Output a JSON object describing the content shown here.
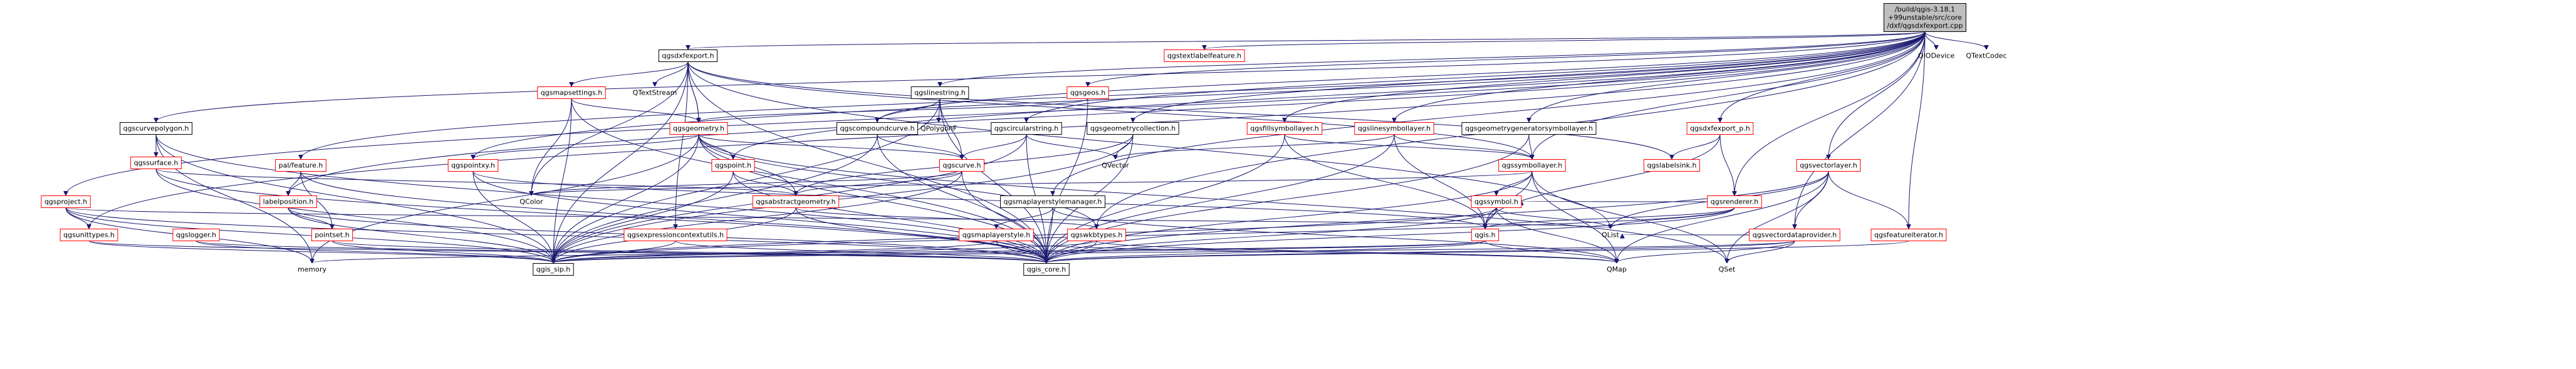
{
  "colors": {
    "edge": "#191970",
    "red_border": "#ff0000",
    "black_border": "#000000",
    "root_fill": "#bfbfbf",
    "node_fill": "#ffffff",
    "text": "#000000"
  },
  "nodes": [
    {
      "id": "root",
      "lines": [
        "/build/qgis-3.18.1",
        "+99unstable/src/core",
        "/dxf/qgsdxfexport.cpp"
      ],
      "style": "root"
    },
    {
      "id": "qgsdxfexport_h",
      "lines": [
        "qgsdxfexport.h"
      ],
      "style": "black"
    },
    {
      "id": "qgslinestring_h",
      "lines": [
        "qgslinestring.h"
      ],
      "style": "black"
    },
    {
      "id": "qgsgeos_h",
      "lines": [
        "qgsgeos.h"
      ],
      "style": "red"
    },
    {
      "id": "qgstextlabelfeature_h",
      "lines": [
        "qgstextlabelfeature.h"
      ],
      "style": "red"
    },
    {
      "id": "QIODevice",
      "lines": [
        "QIODevice"
      ],
      "style": "none"
    },
    {
      "id": "QTextCodec",
      "lines": [
        "QTextCodec"
      ],
      "style": "none"
    },
    {
      "id": "qgscurvepolygon_h",
      "lines": [
        "qgscurvepolygon.h"
      ],
      "style": "black"
    },
    {
      "id": "qgssurface_h",
      "lines": [
        "qgssurface.h"
      ],
      "style": "red"
    },
    {
      "id": "qgsproject_h",
      "lines": [
        "qgsproject.h"
      ],
      "style": "red"
    },
    {
      "id": "qgsunittypes_h",
      "lines": [
        "qgsunittypes.h"
      ],
      "style": "red"
    },
    {
      "id": "qgslogger_h",
      "lines": [
        "qgslogger.h"
      ],
      "style": "red"
    },
    {
      "id": "palfeature_h",
      "lines": [
        "pal/feature.h"
      ],
      "style": "red"
    },
    {
      "id": "labelposition_h",
      "lines": [
        "labelposition.h"
      ],
      "style": "red"
    },
    {
      "id": "pointset_h",
      "lines": [
        "pointset.h"
      ],
      "style": "red"
    },
    {
      "id": "qgsmapsettings_h",
      "lines": [
        "qgsmapsettings.h"
      ],
      "style": "red"
    },
    {
      "id": "QTextStream",
      "lines": [
        "QTextStream"
      ],
      "style": "none"
    },
    {
      "id": "qgsgeometry_h",
      "lines": [
        "qgsgeometry.h"
      ],
      "style": "red"
    },
    {
      "id": "qgspointxy_h",
      "lines": [
        "qgspointxy.h"
      ],
      "style": "red"
    },
    {
      "id": "qgspoint_h",
      "lines": [
        "qgspoint.h"
      ],
      "style": "red"
    },
    {
      "id": "QColor",
      "lines": [
        "QColor"
      ],
      "style": "none"
    },
    {
      "id": "qgsabstractgeometry_h",
      "lines": [
        "qgsabstractgeometry.h"
      ],
      "style": "red"
    },
    {
      "id": "qgsexpressioncontextutils_h",
      "lines": [
        "qgsexpressioncontextutils.h"
      ],
      "style": "red"
    },
    {
      "id": "qgscompoundcurve_h",
      "lines": [
        "qgscompoundcurve.h"
      ],
      "style": "black"
    },
    {
      "id": "QPolygonF",
      "lines": [
        "QPolygonF"
      ],
      "style": "none"
    },
    {
      "id": "qgscurve_h",
      "lines": [
        "qgscurve.h"
      ],
      "style": "red"
    },
    {
      "id": "qgscircularstring_h",
      "lines": [
        "qgscircularstring.h"
      ],
      "style": "black"
    },
    {
      "id": "qgsgeometrycollection_h",
      "lines": [
        "qgsgeometrycollection.h"
      ],
      "style": "black"
    },
    {
      "id": "QVector",
      "lines": [
        "QVector"
      ],
      "style": "none"
    },
    {
      "id": "qgsmaplayerstylemanager_h",
      "lines": [
        "qgsmaplayerstylemanager.h"
      ],
      "style": "black"
    },
    {
      "id": "qgsmaplayerstyle_h",
      "lines": [
        "qgsmaplayerstyle.h"
      ],
      "style": "red"
    },
    {
      "id": "qgswkbtypes_h",
      "lines": [
        "qgswkbtypes.h"
      ],
      "style": "red"
    },
    {
      "id": "qgsfillsymbollayer_h",
      "lines": [
        "qgsfillsymbollayer.h"
      ],
      "style": "red"
    },
    {
      "id": "qgslinesymbollayer_h",
      "lines": [
        "qgslinesymbollayer.h"
      ],
      "style": "red"
    },
    {
      "id": "qgsgeometrygeneratorsymbollayer_h",
      "lines": [
        "qgsgeometrygeneratorsymbollayer.h"
      ],
      "style": "black"
    },
    {
      "id": "qgssymbollayer_h",
      "lines": [
        "qgssymbollayer.h"
      ],
      "style": "red"
    },
    {
      "id": "qgssymbol_h",
      "lines": [
        "qgssymbol.h"
      ],
      "style": "red"
    },
    {
      "id": "qgis_h",
      "lines": [
        "qgis.h"
      ],
      "style": "red"
    },
    {
      "id": "qgsdxfexport_p_h",
      "lines": [
        "qgsdxfexport_p.h"
      ],
      "style": "red"
    },
    {
      "id": "qgslabelsink_h",
      "lines": [
        "qgslabelsink.h"
      ],
      "style": "red"
    },
    {
      "id": "qgsrenderer_h",
      "lines": [
        "qgsrenderer.h"
      ],
      "style": "red"
    },
    {
      "id": "qgsvectorlayer_h",
      "lines": [
        "qgsvectorlayer.h"
      ],
      "style": "red"
    },
    {
      "id": "qgsvectordataprovider_h",
      "lines": [
        "qgsvectordataprovider.h"
      ],
      "style": "red"
    },
    {
      "id": "qgsfeatureiterator_h",
      "lines": [
        "qgsfeatureiterator.h"
      ],
      "style": "red"
    },
    {
      "id": "QList",
      "lines": [
        "QList"
      ],
      "style": "none"
    },
    {
      "id": "QSet",
      "lines": [
        "QSet"
      ],
      "style": "none"
    },
    {
      "id": "QMap",
      "lines": [
        "QMap"
      ],
      "style": "none"
    },
    {
      "id": "memory",
      "lines": [
        "memory"
      ],
      "style": "none"
    },
    {
      "id": "qgis_sip_h",
      "lines": [
        "qgis_sip.h"
      ],
      "style": "black"
    },
    {
      "id": "qgis_core_h",
      "lines": [
        "qgis_core.h"
      ],
      "style": "black"
    }
  ],
  "edges": [
    [
      "root",
      "qgsdxfexport_h"
    ],
    [
      "root",
      "qgslinestring_h"
    ],
    [
      "root",
      "qgsgeos_h"
    ],
    [
      "root",
      "qgstextlabelfeature_h"
    ],
    [
      "root",
      "QIODevice"
    ],
    [
      "root",
      "QTextCodec"
    ],
    [
      "root",
      "qgscurvepolygon_h"
    ],
    [
      "root",
      "qgsproject_h"
    ],
    [
      "root",
      "palfeature_h"
    ],
    [
      "root",
      "labelposition_h"
    ],
    [
      "root",
      "qgspointxy_h"
    ],
    [
      "root",
      "qgspoint_h"
    ],
    [
      "root",
      "qgscompoundcurve_h"
    ],
    [
      "root",
      "qgscircularstring_h"
    ],
    [
      "root",
      "qgsgeometrycollection_h"
    ],
    [
      "root",
      "qgsfillsymbollayer_h"
    ],
    [
      "root",
      "qgslinesymbollayer_h"
    ],
    [
      "root",
      "qgsgeometrygeneratorsymbollayer_h"
    ],
    [
      "root",
      "qgsdxfexport_p_h"
    ],
    [
      "root",
      "qgsvectorlayer_h"
    ],
    [
      "root",
      "qgsvectordataprovider_h"
    ],
    [
      "root",
      "qgsfeatureiterator_h"
    ],
    [
      "root",
      "qgsunittypes_h"
    ],
    [
      "root",
      "qgsmaplayerstylemanager_h"
    ],
    [
      "root",
      "qgsrenderer_h"
    ],
    [
      "root",
      "qgssymbollayer_h"
    ],
    [
      "root",
      "qgswkbtypes_h"
    ],
    [
      "qgsdxfexport_h",
      "qgsmapsettings_h"
    ],
    [
      "qgsdxfexport_h",
      "QTextStream"
    ],
    [
      "qgsdxfexport_h",
      "qgsgeometry_h"
    ],
    [
      "qgsdxfexport_h",
      "qgslabelsink_h"
    ],
    [
      "qgsdxfexport_h",
      "qgssymbollayer_h"
    ],
    [
      "qgsdxfexport_h",
      "QColor"
    ],
    [
      "qgsdxfexport_h",
      "QList"
    ],
    [
      "qgsdxfexport_h",
      "qgis_sip_h"
    ],
    [
      "qgsdxfexport_h",
      "qgis_core_h"
    ],
    [
      "qgsdxfexport_h",
      "qgsgeometry_h"
    ],
    [
      "qgsdxfexport_h",
      "qgsexpressioncontextutils_h"
    ],
    [
      "qgslinestring_h",
      "qgscompoundcurve_h"
    ],
    [
      "qgslinestring_h",
      "QPolygonF"
    ],
    [
      "qgslinestring_h",
      "qgscurve_h"
    ],
    [
      "qgslinestring_h",
      "qgis_sip_h"
    ],
    [
      "qgslinestring_h",
      "qgis_core_h"
    ],
    [
      "qgsgeos_h",
      "qgsgeometry_h"
    ],
    [
      "qgsgeos_h",
      "qgis_core_h"
    ],
    [
      "qgscurvepolygon_h",
      "qgssurface_h"
    ],
    [
      "qgscurvepolygon_h",
      "memory"
    ],
    [
      "qgscurvepolygon_h",
      "qgis_sip_h"
    ],
    [
      "qgscurvepolygon_h",
      "qgis_core_h"
    ],
    [
      "qgssurface_h",
      "qgsabstractgeometry_h"
    ],
    [
      "qgssurface_h",
      "qgis_sip_h"
    ],
    [
      "qgssurface_h",
      "qgis_core_h"
    ],
    [
      "qgsproject_h",
      "qgsunittypes_h"
    ],
    [
      "qgsproject_h",
      "QList"
    ],
    [
      "qgsproject_h",
      "memory"
    ],
    [
      "qgsproject_h",
      "qgis_sip_h"
    ],
    [
      "qgsproject_h",
      "qgis_core_h"
    ],
    [
      "qgsunittypes_h",
      "qgis_sip_h"
    ],
    [
      "qgsunittypes_h",
      "qgis_core_h"
    ],
    [
      "qgslogger_h",
      "qgis_core_h"
    ],
    [
      "qgslogger_h",
      "qgis_sip_h"
    ],
    [
      "palfeature_h",
      "labelposition_h"
    ],
    [
      "palfeature_h",
      "pointset_h"
    ],
    [
      "palfeature_h",
      "qgis_core_h"
    ],
    [
      "labelposition_h",
      "pointset_h"
    ],
    [
      "labelposition_h",
      "qgis_core_h"
    ],
    [
      "labelposition_h",
      "qgis_sip_h"
    ],
    [
      "pointset_h",
      "qgis_core_h"
    ],
    [
      "pointset_h",
      "qgis_sip_h"
    ],
    [
      "qgsmapsettings_h",
      "qgsgeometry_h"
    ],
    [
      "qgsmapsettings_h",
      "QColor"
    ],
    [
      "qgsmapsettings_h",
      "qgis_sip_h"
    ],
    [
      "qgsmapsettings_h",
      "qgis_core_h"
    ],
    [
      "qgsgeometry_h",
      "qgspointxy_h"
    ],
    [
      "qgsgeometry_h",
      "qgspoint_h"
    ],
    [
      "qgsgeometry_h",
      "qgsabstractgeometry_h"
    ],
    [
      "qgsgeometry_h",
      "qgscurve_h"
    ],
    [
      "qgsgeometry_h",
      "qgis_sip_h"
    ],
    [
      "qgsgeometry_h",
      "qgis_core_h"
    ],
    [
      "qgsgeometry_h",
      "memory"
    ],
    [
      "qgsgeometry_h",
      "qgswkbtypes_h"
    ],
    [
      "qgsgeometry_h",
      "QSet"
    ],
    [
      "qgspointxy_h",
      "qgis_core_h"
    ],
    [
      "qgspointxy_h",
      "qgis_sip_h"
    ],
    [
      "qgspointxy_h",
      "qgis_h"
    ],
    [
      "qgspoint_h",
      "qgsabstractgeometry_h"
    ],
    [
      "qgspoint_h",
      "qgis_core_h"
    ],
    [
      "qgspoint_h",
      "qgis_sip_h"
    ],
    [
      "qgsabstractgeometry_h",
      "qgswkbtypes_h"
    ],
    [
      "qgsabstractgeometry_h",
      "qgis_sip_h"
    ],
    [
      "qgsabstractgeometry_h",
      "qgis_core_h"
    ],
    [
      "qgsexpressioncontextutils_h",
      "qgis_sip_h"
    ],
    [
      "qgsexpressioncontextutils_h",
      "qgis_core_h"
    ],
    [
      "qgscompoundcurve_h",
      "qgscurve_h"
    ],
    [
      "qgscompoundcurve_h",
      "qgis_sip_h"
    ],
    [
      "qgscompoundcurve_h",
      "qgis_core_h"
    ],
    [
      "qgscurve_h",
      "qgsabstractgeometry_h"
    ],
    [
      "qgscurve_h",
      "QColor"
    ],
    [
      "qgscurve_h",
      "qgis_sip_h"
    ],
    [
      "qgscurve_h",
      "qgis_core_h"
    ],
    [
      "qgscircularstring_h",
      "qgscurve_h"
    ],
    [
      "qgscircularstring_h",
      "QVector"
    ],
    [
      "qgscircularstring_h",
      "qgis_sip_h"
    ],
    [
      "qgscircularstring_h",
      "qgis_core_h"
    ],
    [
      "qgsgeometrycollection_h",
      "QVector"
    ],
    [
      "qgsgeometrycollection_h",
      "qgsabstractgeometry_h"
    ],
    [
      "qgsgeometrycollection_h",
      "qgis_sip_h"
    ],
    [
      "qgsgeometrycollection_h",
      "qgis_core_h"
    ],
    [
      "qgsmaplayerstylemanager_h",
      "qgsmaplayerstyle_h"
    ],
    [
      "qgsmaplayerstylemanager_h",
      "QMap"
    ],
    [
      "qgsmaplayerstylemanager_h",
      "qgis_core_h"
    ],
    [
      "qgsmaplayerstyle_h",
      "qgis_core_h"
    ],
    [
      "qgsmaplayerstyle_h",
      "qgis_sip_h"
    ],
    [
      "qgsmaplayerstyle_h",
      "QMap"
    ],
    [
      "qgswkbtypes_h",
      "qgis_core_h"
    ],
    [
      "qgswkbtypes_h",
      "qgis_sip_h"
    ],
    [
      "qgswkbtypes_h",
      "QMap"
    ],
    [
      "qgsfillsymbollayer_h",
      "qgssymbollayer_h"
    ],
    [
      "qgsfillsymbollayer_h",
      "qgis_h"
    ],
    [
      "qgsfillsymbollayer_h",
      "qgis_core_h"
    ],
    [
      "qgslinesymbollayer_h",
      "qgssymbollayer_h"
    ],
    [
      "qgslinesymbollayer_h",
      "QVector"
    ],
    [
      "qgslinesymbollayer_h",
      "qgis_h"
    ],
    [
      "qgslinesymbollayer_h",
      "qgis_core_h"
    ],
    [
      "qgsgeometrygeneratorsymbollayer_h",
      "qgssymbollayer_h"
    ],
    [
      "qgsgeometrygeneratorsymbollayer_h",
      "qgis_core_h"
    ],
    [
      "qgssymbollayer_h",
      "qgssymbol_h"
    ],
    [
      "qgssymbollayer_h",
      "qgis_h"
    ],
    [
      "qgssymbollayer_h",
      "QSet"
    ],
    [
      "qgssymbollayer_h",
      "QMap"
    ],
    [
      "qgssymbollayer_h",
      "qgis_core_h"
    ],
    [
      "qgssymbollayer_h",
      "QColor"
    ],
    [
      "qgssymbol_h",
      "qgis_h"
    ],
    [
      "qgssymbol_h",
      "QList"
    ],
    [
      "qgssymbol_h",
      "QMap"
    ],
    [
      "qgssymbol_h",
      "qgis_core_h"
    ],
    [
      "qgssymbol_h",
      "qgis_sip_h"
    ],
    [
      "qgis_h",
      "qgis_core_h"
    ],
    [
      "qgis_h",
      "qgis_sip_h"
    ],
    [
      "qgis_h",
      "memory"
    ],
    [
      "qgis_h",
      "QMap"
    ],
    [
      "qgsdxfexport_p_h",
      "qgslabelsink_h"
    ],
    [
      "qgsdxfexport_p_h",
      "qgsrenderer_h"
    ],
    [
      "qgsdxfexport_p_h",
      "qgis_h"
    ],
    [
      "qgsrenderer_h",
      "qgssymbol_h"
    ],
    [
      "qgsrenderer_h",
      "qgis_h"
    ],
    [
      "qgsrenderer_h",
      "QList"
    ],
    [
      "qgsrenderer_h",
      "qgis_core_h"
    ],
    [
      "qgsrenderer_h",
      "qgis_sip_h"
    ],
    [
      "qgsvectorlayer_h",
      "qgsvectordataprovider_h"
    ],
    [
      "qgsvectorlayer_h",
      "qgsfeatureiterator_h"
    ],
    [
      "qgsvectorlayer_h",
      "QList"
    ],
    [
      "qgsvectorlayer_h",
      "QSet"
    ],
    [
      "qgsvectorlayer_h",
      "QMap"
    ],
    [
      "qgsvectorlayer_h",
      "qgis_core_h"
    ],
    [
      "qgsvectordataprovider_h",
      "QSet"
    ],
    [
      "qgsvectordataprovider_h",
      "QList"
    ],
    [
      "qgsvectordataprovider_h",
      "QMap"
    ],
    [
      "qgsvectordataprovider_h",
      "qgis_core_h"
    ],
    [
      "qgsvectordataprovider_h",
      "qgis_sip_h"
    ],
    [
      "qgsfeatureiterator_h",
      "qgis_core_h"
    ]
  ]
}
